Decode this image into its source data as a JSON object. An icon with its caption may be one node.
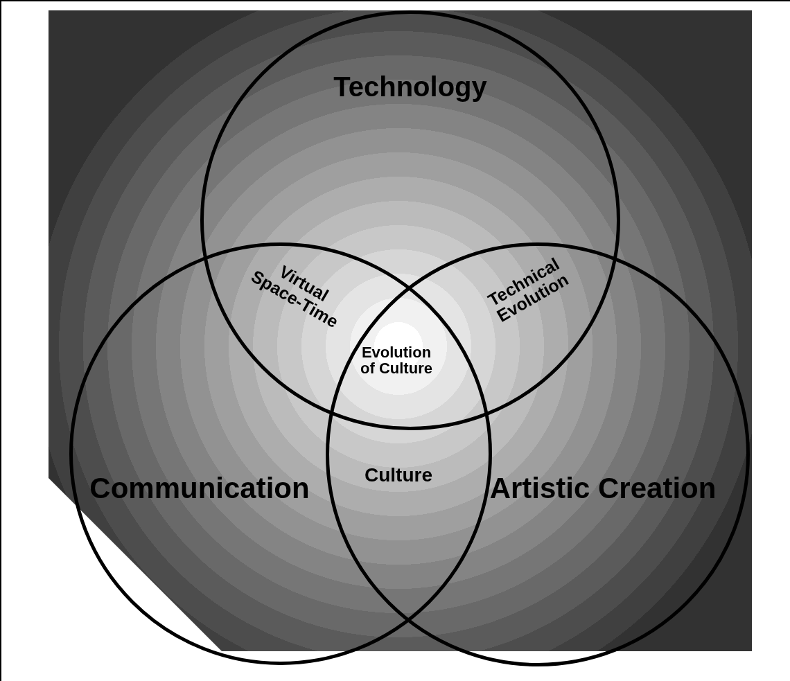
{
  "diagram": {
    "nodes": [
      {
        "text": [
          "Technology"
        ]
      },
      {
        "text": [
          "Communication"
        ]
      },
      {
        "text": [
          "Artistic Creation"
        ]
      }
    ],
    "labels": [
      "Virtual Space-Time",
      "Technical Evolution",
      "Evolution of Culture",
      "Culture"
    ]
  }
}
